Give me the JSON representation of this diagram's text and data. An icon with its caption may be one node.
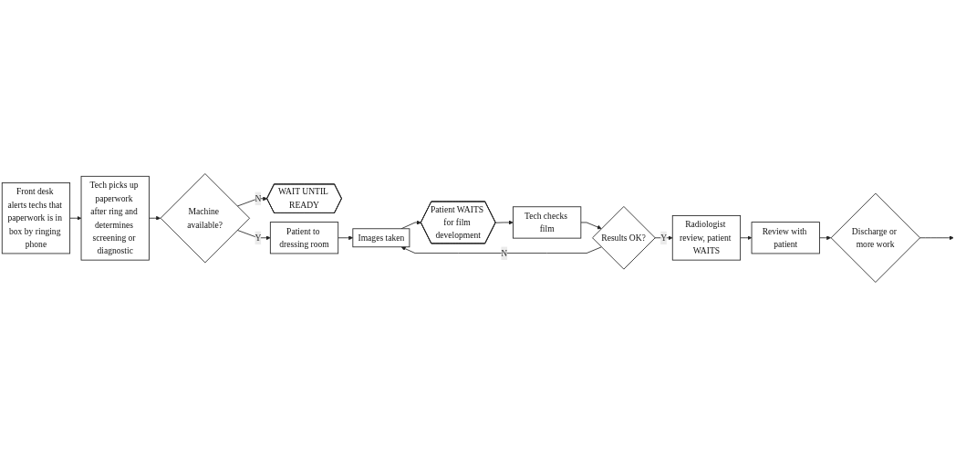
{
  "diagram": {
    "nodes": [
      {
        "text": [
          "Front desk alerts techs that paperwork is in box by ringing phone"
        ]
      },
      {
        "text": [
          "Tech picks up paperwork after ring and determines screening or diagnostic"
        ]
      },
      {
        "text": [
          "Machine available?"
        ]
      },
      {
        "text": [
          "WAIT UNTIL READY"
        ]
      },
      {
        "text": [
          "Patient to dressing room"
        ]
      },
      {
        "text": [
          "Images taken"
        ]
      },
      {
        "text": [
          "Patient WAITS for film development"
        ]
      },
      {
        "text": [
          "Tech checks film"
        ]
      },
      {
        "text": [
          "Results OK?"
        ]
      },
      {
        "text": [
          "Radiologist review, patient WAITS"
        ]
      },
      {
        "text": [
          "Review with patient"
        ]
      },
      {
        "text": [
          "Discharge or more work"
        ]
      }
    ],
    "edges": [
      {
        "from": 0,
        "to": 1,
        "arrow": "to"
      },
      {
        "from": 1,
        "to": 2,
        "arrow": "to"
      },
      {
        "from": 2,
        "to": 4,
        "arrow": "to",
        "label": "Y"
      },
      {
        "from": 2,
        "to": 3,
        "arrow": "to",
        "label": "N"
      },
      {
        "from": 4,
        "to": 5,
        "arrow": "to"
      },
      {
        "from": 5,
        "to": 6,
        "arrow": "to"
      },
      {
        "from": 6,
        "to": 7,
        "arrow": "to"
      },
      {
        "from": 7,
        "to": 8,
        "arrow": "to"
      },
      {
        "from": 8,
        "to": 5,
        "arrow": "to",
        "label": "N"
      },
      {
        "from": 8,
        "to": 9,
        "arrow": "to",
        "label": "Y"
      },
      {
        "from": 9,
        "to": 10,
        "arrow": "to"
      },
      {
        "from": 10,
        "to": 11,
        "arrow": "to"
      },
      {
        "from": 11,
        "to": null,
        "arrow": "to"
      }
    ]
  }
}
